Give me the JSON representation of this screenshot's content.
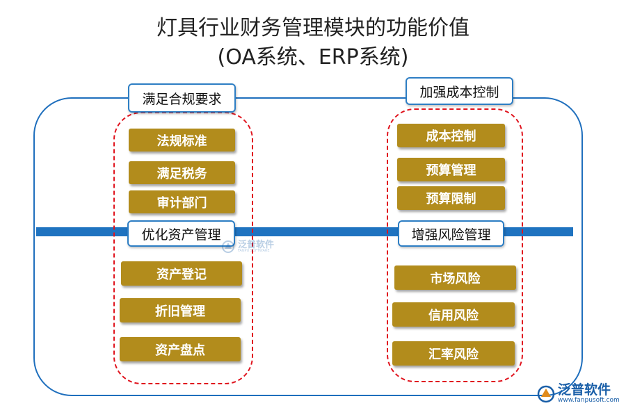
{
  "title": {
    "line1": "灯具行业财务管理模块的功能价值",
    "line2": "(OA系统、ERP系统)"
  },
  "colors": {
    "frame": "#1f6fbd",
    "axis": "#1f73c0",
    "dashed": "#e0141e",
    "item_fill": "#b28c1c"
  },
  "groups": {
    "compliance": {
      "label": "满足合规要求",
      "items": [
        "法规标准",
        "满足税务",
        "审计部门"
      ]
    },
    "assets": {
      "label": "优化资产管理",
      "items": [
        "资产登记",
        "折旧管理",
        "资产盘点"
      ]
    },
    "cost": {
      "label": "加强成本控制",
      "items": [
        "成本控制",
        "预算管理",
        "预算限制"
      ]
    },
    "risk": {
      "label": "增强风险管理",
      "items": [
        "市场风险",
        "信用风险",
        "汇率风险"
      ]
    }
  },
  "watermark": {
    "center_brand": "泛普软件",
    "center_sub": "FANPU SOFTWARE",
    "corner_brand": "泛普软件",
    "corner_url": "www.fanpusoft.com"
  }
}
